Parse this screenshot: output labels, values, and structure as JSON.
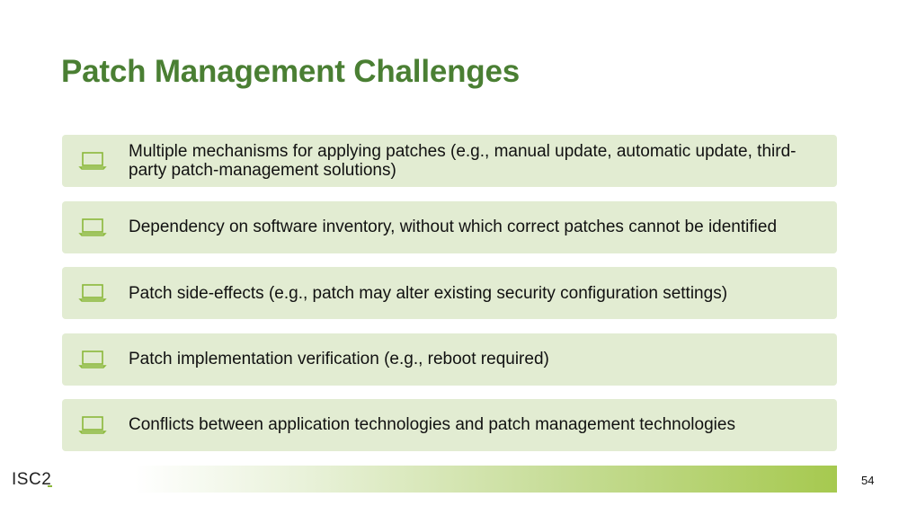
{
  "slide": {
    "title": "Patch Management Challenges",
    "page_number": "54",
    "logo_text": "ISC",
    "logo_suffix": "2"
  },
  "items": [
    {
      "text": "Multiple mechanisms for applying patches (e.g., manual update, automatic update, third-party patch-management solutions)",
      "icon": "laptop-icon"
    },
    {
      "text": "Dependency on software inventory, without which correct patches cannot be identified",
      "icon": "laptop-icon"
    },
    {
      "text": "Patch side-effects (e.g., patch may alter existing security configuration settings)",
      "icon": "laptop-icon"
    },
    {
      "text": "Patch implementation verification (e.g., reboot required)",
      "icon": "laptop-icon"
    },
    {
      "text": "Conflicts between application technologies and patch management technologies",
      "icon": "laptop-icon"
    }
  ],
  "colors": {
    "title": "#4a7f33",
    "item_background": "#e2ecd2",
    "icon": "#8ab83a",
    "accent": "#a6c94f"
  }
}
